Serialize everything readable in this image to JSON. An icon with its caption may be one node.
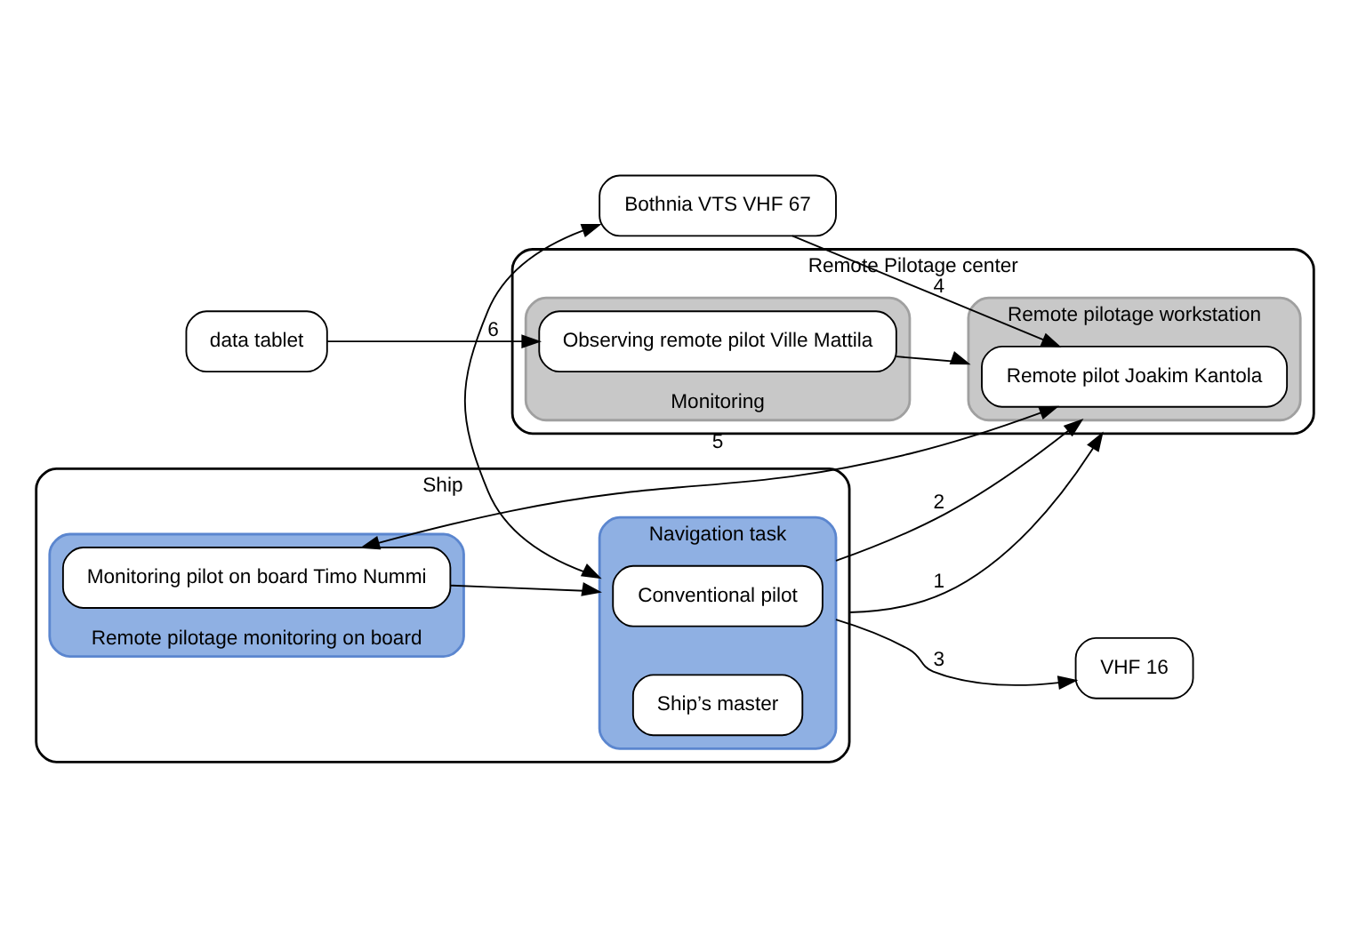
{
  "diagram": {
    "nodes": [
      {
        "text": [
          "Ship"
        ]
      },
      {
        "text": [
          "Navigation task"
        ],
        "in": 0
      },
      {
        "text": [
          "Conventional pilot"
        ],
        "in": 1
      },
      {
        "text": [
          "Ship’s master"
        ],
        "in": 1
      },
      {
        "text": [
          "Remote pilotage monitoring on board"
        ],
        "in": 0
      },
      {
        "text": [
          "Monitoring pilot on board Timo Nummi"
        ],
        "in": 4
      },
      {
        "text": [
          "Remote Pilotage center"
        ]
      },
      {
        "text": [
          "Remote pilotage workstation"
        ],
        "in": 6
      },
      {
        "text": [
          "Remote pilot Joakim Kantola"
        ],
        "in": 7
      },
      {
        "text": [
          "Monitoring"
        ],
        "in": 6
      },
      {
        "text": [
          "Observing remote pilot Ville Mattila"
        ],
        "in": 9
      },
      {
        "text": [
          "Bothnia VTS VHF 67"
        ]
      },
      {
        "text": [
          "VHF 16"
        ]
      },
      {
        "text": [
          "data tablet"
        ]
      }
    ],
    "edges": [
      {
        "from": 0,
        "to": 6,
        "arrow": "to",
        "label": "1"
      },
      {
        "from": 1,
        "to": 7,
        "arrow": "to",
        "label": "2"
      },
      {
        "from": 1,
        "to": 11,
        "arrow": "both"
      },
      {
        "from": 1,
        "to": 12,
        "arrow": "to",
        "label": "3"
      },
      {
        "from": 11,
        "to": 8,
        "arrow": "to",
        "label": "4"
      },
      {
        "from": 8,
        "to": 5,
        "arrow": "both",
        "label": "5"
      },
      {
        "from": 5,
        "to": 1,
        "arrow": "to"
      },
      {
        "from": 13,
        "to": 10,
        "arrow": "to",
        "label": "6"
      },
      {
        "from": 10,
        "to": 7,
        "arrow": "to"
      }
    ]
  }
}
